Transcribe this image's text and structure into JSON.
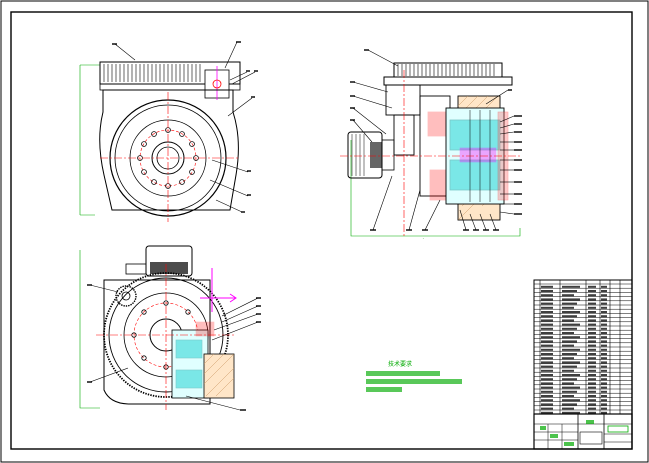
{
  "drawing": {
    "background": "#ffffff",
    "line_color": "#000000",
    "center_line_color": "#ff0000",
    "dimension_color": "#00aa00",
    "highlight_color": "#ff00ff",
    "section_color": "#00cccc",
    "technical_requirements_title": "技术要求",
    "technical_requirements_lines": [
      "",
      "",
      ""
    ],
    "views": [
      "front-view",
      "section-view",
      "bottom-view"
    ]
  }
}
